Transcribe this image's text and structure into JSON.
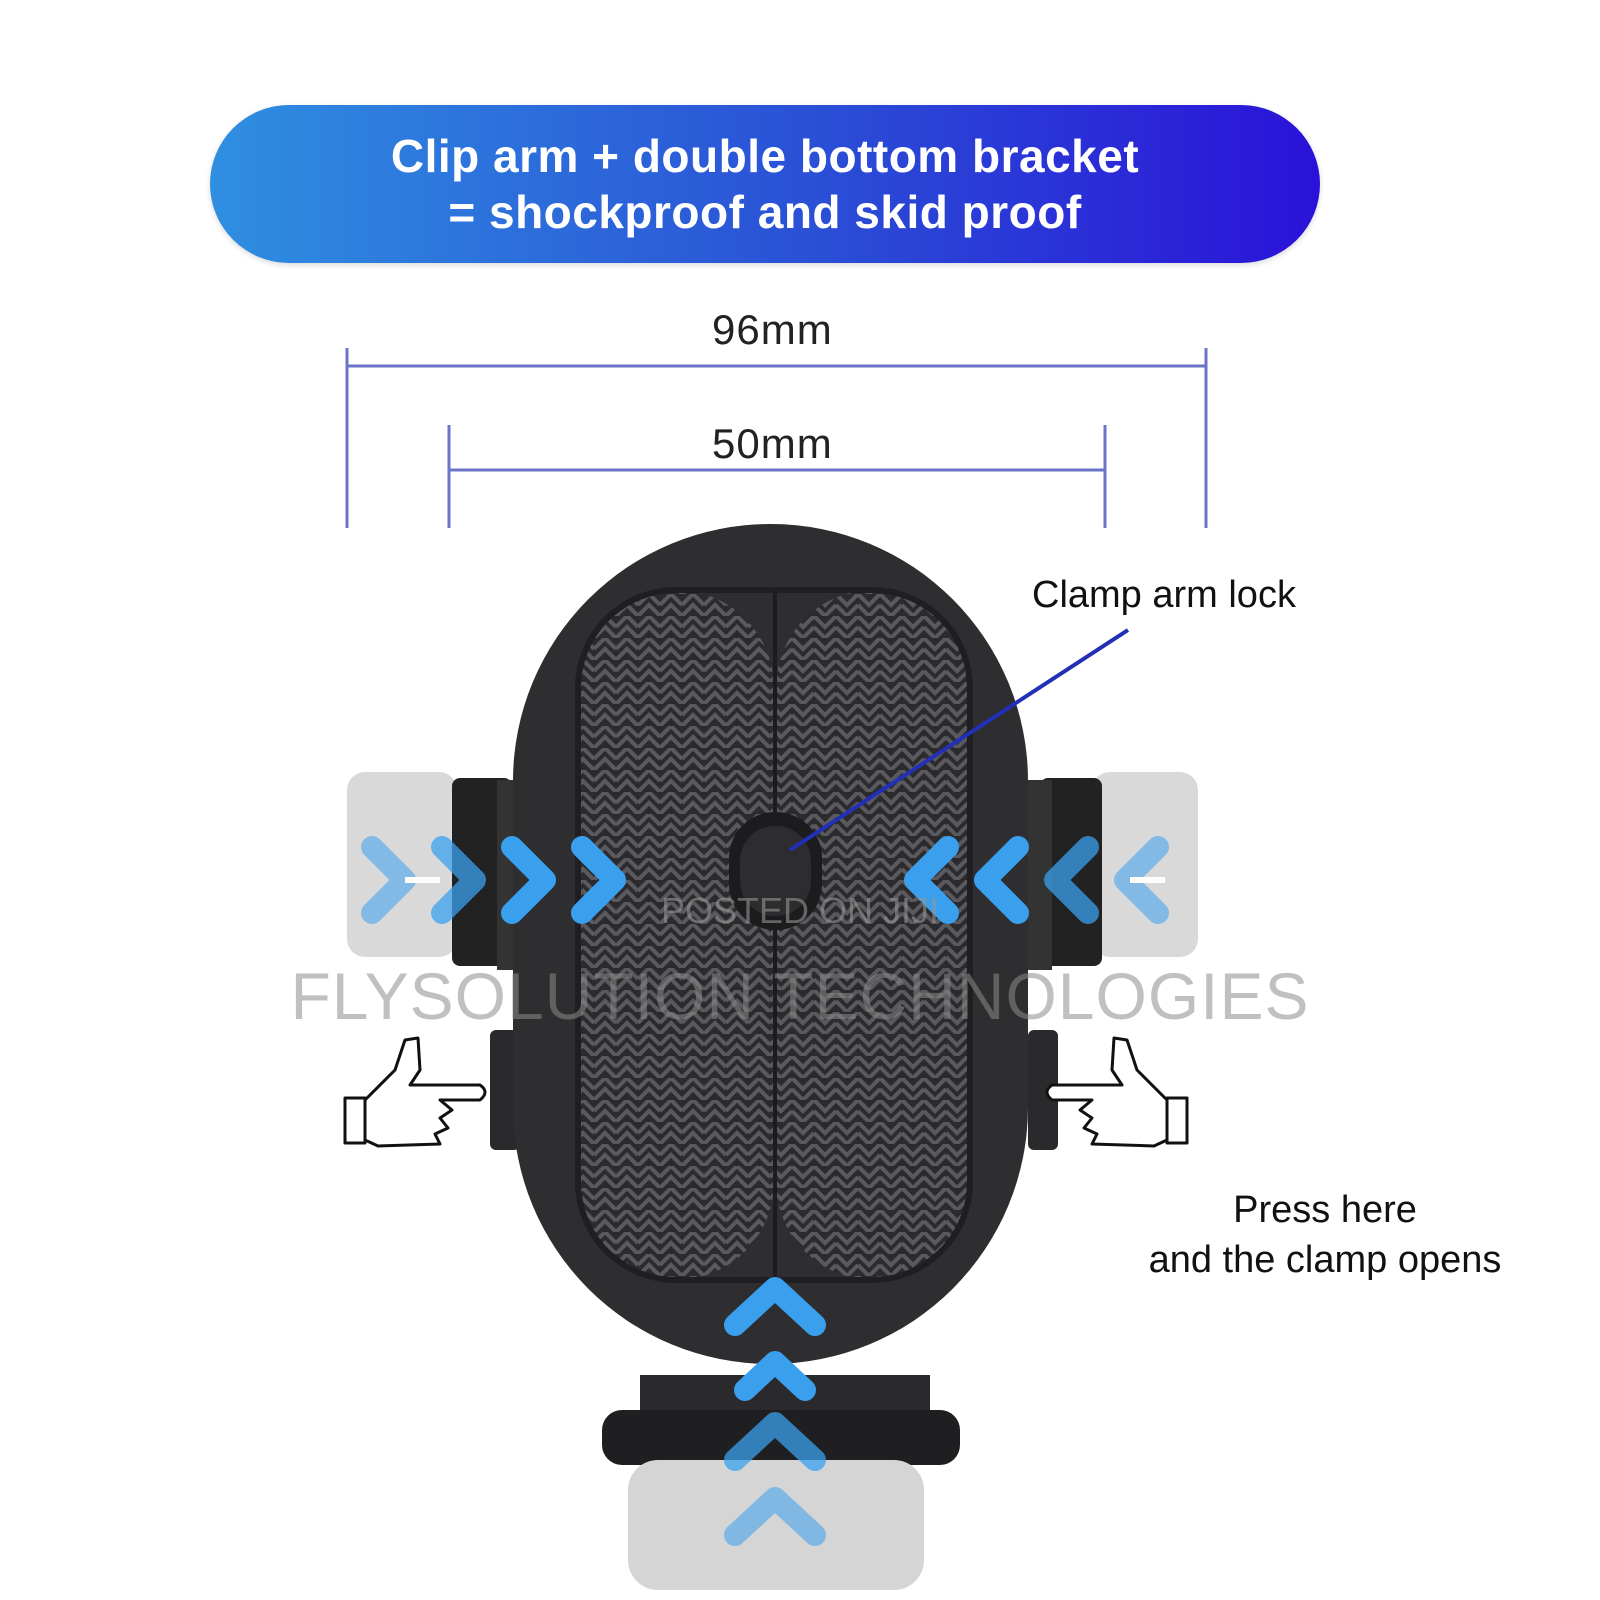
{
  "banner": {
    "line1": "Clip arm + double bottom bracket",
    "line2": "= shockproof and skid proof",
    "gradient": [
      "#2f8fe0",
      "#2a12d8"
    ]
  },
  "dimensions": {
    "outer": "96mm",
    "inner": "50mm"
  },
  "callouts": {
    "lock": "Clamp arm lock",
    "press_line1": "Press here",
    "press_line2": "and the clamp opens"
  },
  "watermarks": {
    "main": "FLYSOLUTION TECHNOLOGIES",
    "small": "POSTED ON JIJI"
  },
  "colors": {
    "arrow": "#3aa0ee",
    "holder": "#2a2a2c",
    "dimension_line": "#6a74c8",
    "callout_line": "#2230b8"
  },
  "icons": [
    "pointing-hand-right-icon",
    "pointing-hand-left-icon",
    "chevron-right-icon",
    "chevron-left-icon",
    "chevron-up-icon"
  ]
}
